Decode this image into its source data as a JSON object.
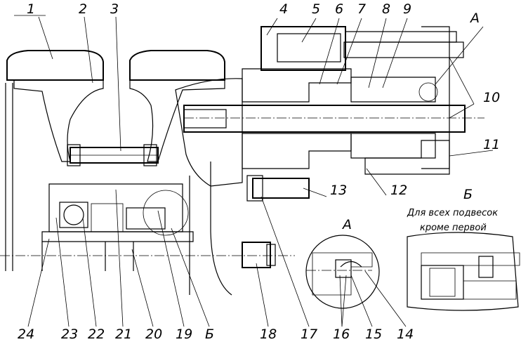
{
  "callouts": [
    "1",
    "2",
    "3",
    "4",
    "5",
    "6",
    "7",
    "8",
    "9",
    "10",
    "11",
    "12",
    "13",
    "14",
    "15",
    "16",
    "17",
    "18",
    "19",
    "20",
    "21",
    "22",
    "23",
    "24"
  ],
  "views": {
    "a_label": "А",
    "b_label": "Б",
    "b_note_line1": "Для всех подвесок",
    "b_note_line2": "кроме первой"
  }
}
